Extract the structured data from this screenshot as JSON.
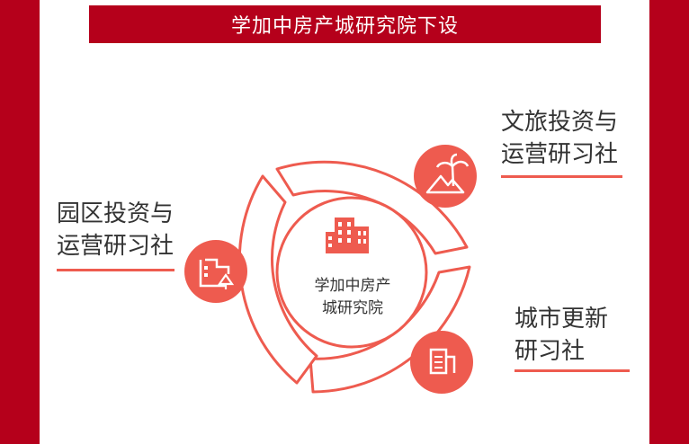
{
  "title": "学加中房产城研究院下设",
  "colors": {
    "brand_red": "#b5001b",
    "accent_coral": "#ee5b4f",
    "text": "#333333"
  },
  "center": {
    "icon": "building-icon",
    "line1": "学加中房产",
    "line2": "城研究院"
  },
  "branches": [
    {
      "id": "park",
      "icon": "park-building-icon",
      "line1": "园区投资与",
      "line2": "运营研习社"
    },
    {
      "id": "tourism",
      "icon": "palm-tree-icon",
      "line1": "文旅投资与",
      "line2": "运营研习社"
    },
    {
      "id": "urban",
      "icon": "document-building-icon",
      "line1": "城市更新",
      "line2": "研习社"
    }
  ]
}
